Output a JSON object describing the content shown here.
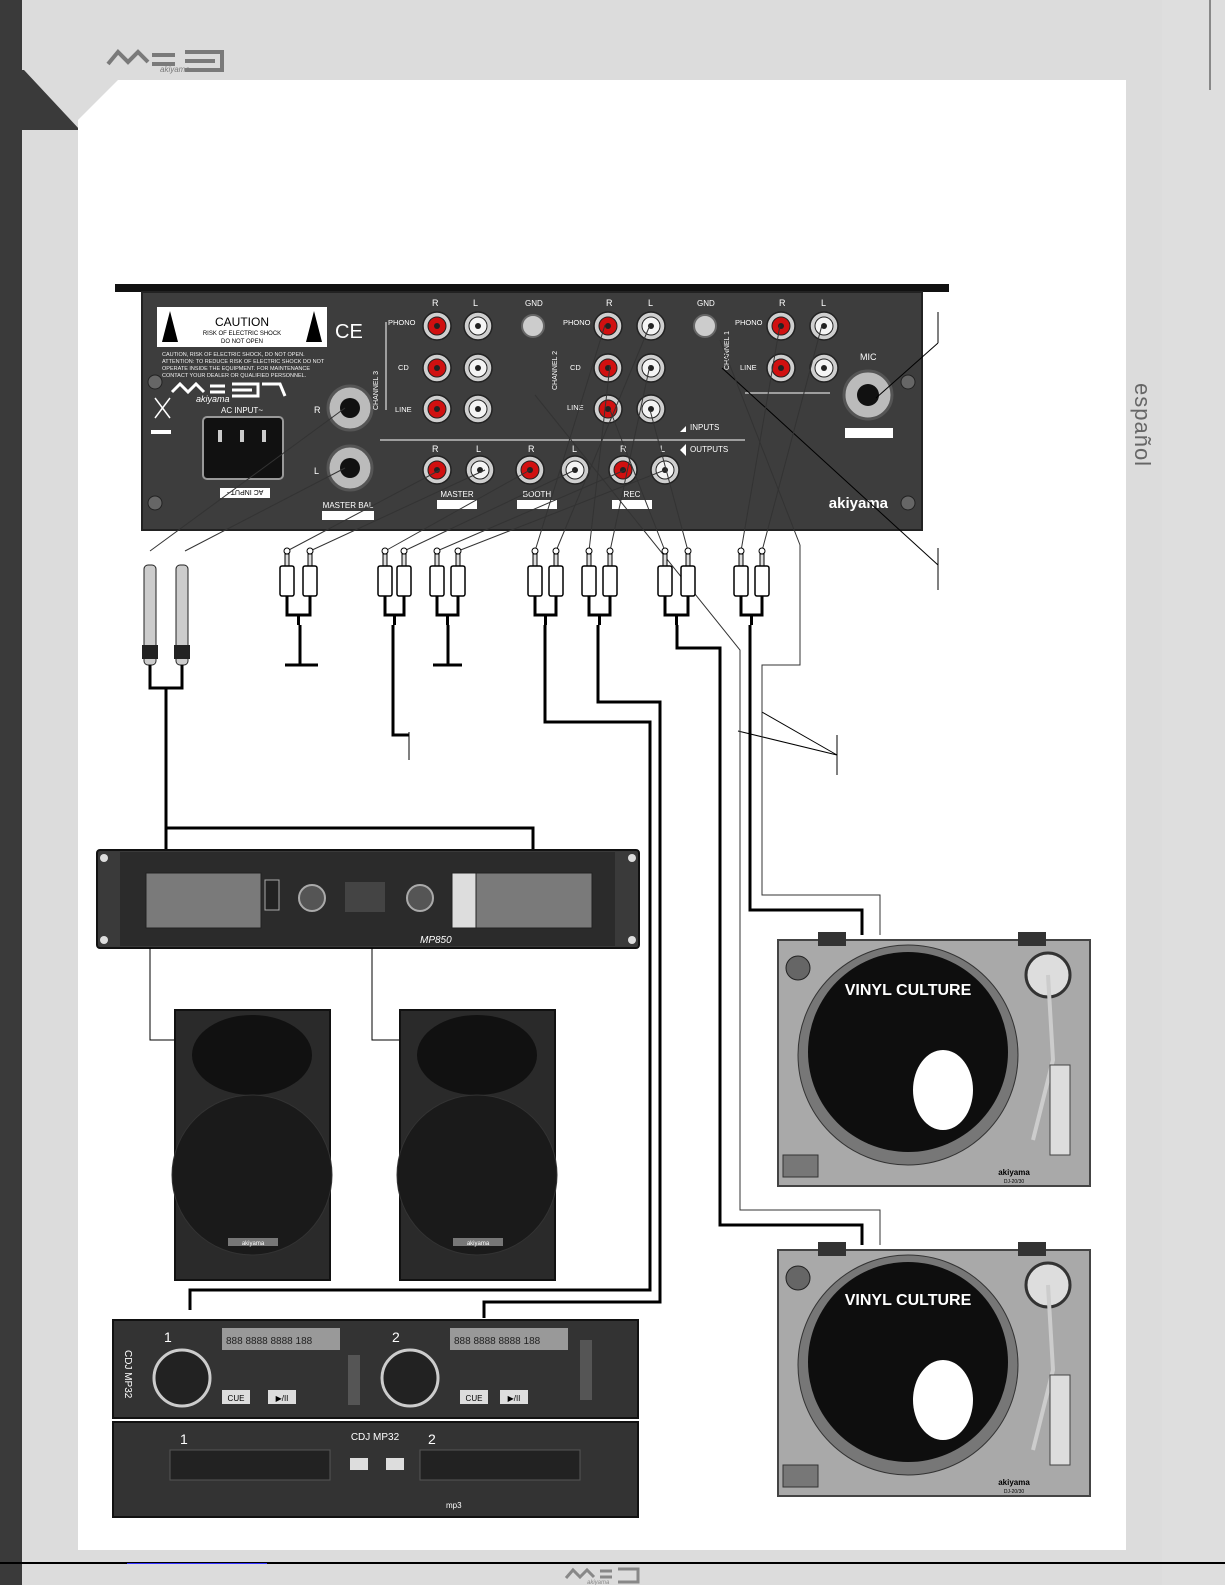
{
  "header": {
    "brand_suffix": "akiyama"
  },
  "side_label": "español",
  "mixer": {
    "model_suffix": "akiyama",
    "caution": {
      "title": "CAUTION",
      "line1": "RISK OF ELECTRIC SHOCK",
      "line2": "DO NOT OPEN",
      "text1": "CAUTION, RISK OF ELECTRIC SHOCK, DO NOT OPEN.",
      "text2": "ATTENTION: TO REDUCE RISK OF ELECTRIC SHOCK DO NOT",
      "text3": "OPERATE INSIDE THE EQUIPMENT. FOR MAINTENANCE",
      "text4": "CONTACT YOUR DEALER OR QUALIFIED PERSONNEL."
    },
    "ce": "CE",
    "ac_input": "AC INPUT~",
    "ac_input_mirror": "AC INPUT~",
    "r": "R",
    "l": "L",
    "gnd": "GND",
    "channels": {
      "ch3": "CHANNEL 3",
      "ch2": "CHANNEL 2",
      "ch1": "CHANNEL 1"
    },
    "phono": "PHONO",
    "cd": "CD",
    "line": "LINE",
    "inputs": "INPUTS",
    "outputs": "OUTPUTS",
    "master_bal": "MASTER BAL",
    "master": "MASTER",
    "booth": "BOOTH",
    "rec": "REC",
    "mic": "MIC",
    "brand": "akiyama"
  },
  "amplifier": {
    "model": "MP850"
  },
  "speakers": {
    "brand": "akiyama"
  },
  "turntables": {
    "label": "VINYL CULTURE",
    "brand": "akiyama",
    "model": "DJ-20/30"
  },
  "cd_player": {
    "model": "CDJ MP32",
    "deck1": "1",
    "deck2": "2",
    "display1": "888 8888 8888 188",
    "display2": "888 8888 8888 188",
    "cue": "CUE",
    "play": "▶/II",
    "tray1": "1",
    "tray2": "2",
    "logos": "mp3"
  },
  "footer": {
    "brand_suffix": "akiyama"
  }
}
